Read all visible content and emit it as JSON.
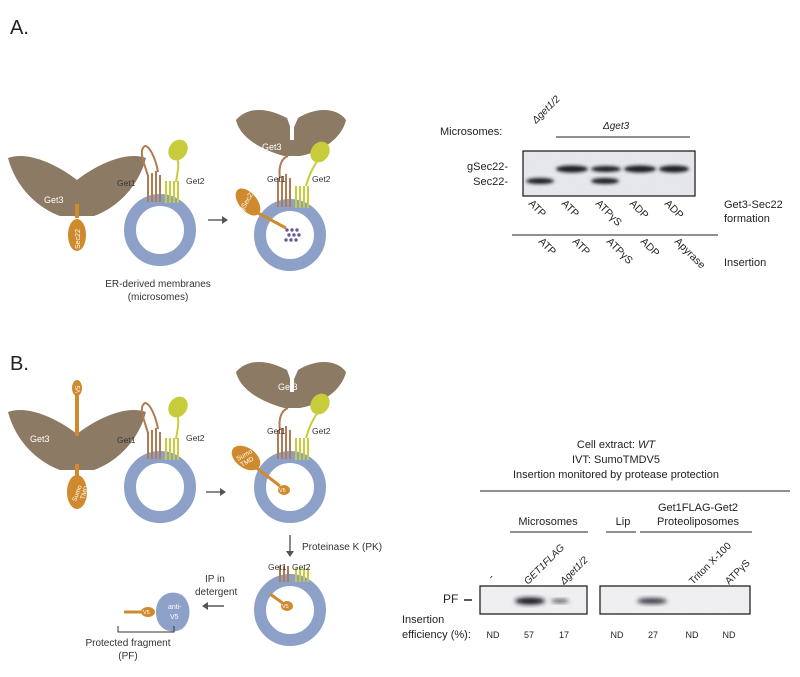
{
  "panel_a": {
    "letter": "A.",
    "schematic": {
      "get3": "Get3",
      "sec22": "Sec22",
      "gsec22": "gSec22",
      "get1": "Get1",
      "get2": "Get2",
      "membrane_caption_1": "ER-derived membranes",
      "membrane_caption_2": "(microsomes)"
    },
    "blot": {
      "microsomes_label": "Microsomes:",
      "dget12": "Δget1/2",
      "dget3": "Δget3",
      "band_upper": "gSec22-",
      "band_lower": "Sec22-",
      "top_lanes": [
        "ATP",
        "ATP",
        "ATPγS",
        "ADP",
        "ADP"
      ],
      "top_row_label_1": "Get3-Sec22",
      "top_row_label_2": "formation",
      "bottom_lanes": [
        "ATP",
        "ATP",
        "ATPγS",
        "ADP",
        "Apyrase"
      ],
      "bottom_row_label": "Insertion"
    }
  },
  "panel_b": {
    "letter": "B.",
    "schematic": {
      "get3": "Get3",
      "sumo_tmd": [
        "Sumo",
        "TMD"
      ],
      "v5": "V5",
      "get1": "Get1",
      "get2": "Get2",
      "proteinase": "Proteinase K (PK)",
      "ip_1": "IP in",
      "ip_2": "detergent",
      "anti_v5": [
        "anti-",
        "V5"
      ],
      "protected_1": "Protected fragment",
      "protected_2": "(PF)"
    },
    "blot": {
      "cell_extract_prefix": "Cell extract: ",
      "cell_extract_value": "WT",
      "ivt": "IVT: SumoTMDV5",
      "monitor": "Insertion monitored by protease protection",
      "microsomes": "Microsomes",
      "lip": "Lip",
      "proteo_1": "Get1FLAG-Get2",
      "proteo_2": "Proteoliposomes",
      "lane_labels": [
        "GET1FLAG",
        "Δget1/2",
        "Triton X-100",
        "ATPγS"
      ],
      "pf_label": "PF",
      "efficiency_label_1": "Insertion",
      "efficiency_label_2": "efficiency (%):",
      "efficiency_values": [
        "ND",
        "57",
        "17",
        "ND",
        "27",
        "ND",
        "ND"
      ]
    }
  },
  "colors": {
    "get3": "#8c7a64",
    "get1": "#b07a52",
    "get2": "#c8cc3a",
    "membrane": "#8da0c8",
    "substrate": "#d08a2e",
    "cargo_dots": "#6a5a9a"
  }
}
